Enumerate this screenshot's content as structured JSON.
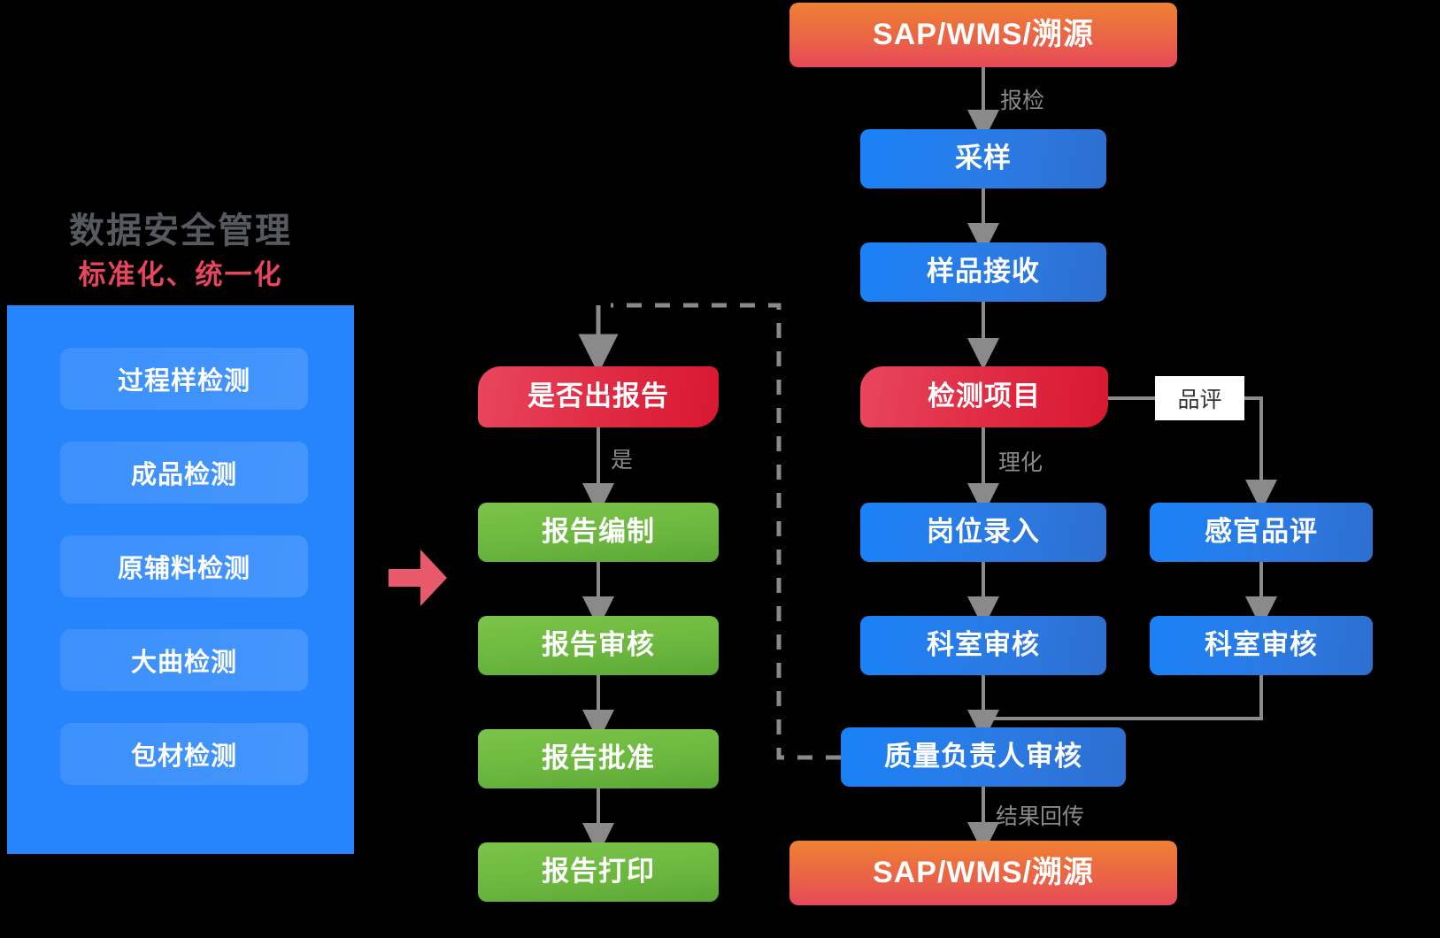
{
  "panel": {
    "title": "数据安全管理",
    "subtitle": "标准化、统一化",
    "title_color": "#565a5e",
    "subtitle_color": "#e8465e",
    "panel_color": "#2684fc",
    "items": [
      {
        "label": "过程样检测"
      },
      {
        "label": "成品检测"
      },
      {
        "label": "原辅料检测"
      },
      {
        "label": "大曲检测"
      },
      {
        "label": "包材检测"
      }
    ]
  },
  "report_flow": {
    "decision": "是否出报告",
    "decision_color": "#df2740",
    "yes_label": "是",
    "steps": [
      {
        "label": "报告编制"
      },
      {
        "label": "报告审核"
      },
      {
        "label": "报告批准"
      },
      {
        "label": "报告打印"
      }
    ],
    "step_color": "#6cb83f"
  },
  "main_flow": {
    "source": "SAP/WMS/溯源",
    "source_color": "#ea6445",
    "report_edge_label": "报检",
    "nodes": [
      {
        "label": "采样"
      },
      {
        "label": "样品接收"
      }
    ],
    "inspection_item": "检测项目",
    "inspection_color": "#df2740",
    "physchem_label": "理化",
    "tasting_chip": "品评",
    "left_branch": [
      {
        "label": "岗位录入"
      },
      {
        "label": "科室审核"
      }
    ],
    "right_branch": [
      {
        "label": "感官品评"
      },
      {
        "label": "科室审核"
      }
    ],
    "quality_review": "质量负责人审核",
    "result_edge_label": "结果回传",
    "sink": "SAP/WMS/溯源",
    "node_color": "#1a82f7"
  },
  "icons": {
    "flow_arrow": "right-arrow-icon",
    "arrow_color": "#e8596c"
  }
}
